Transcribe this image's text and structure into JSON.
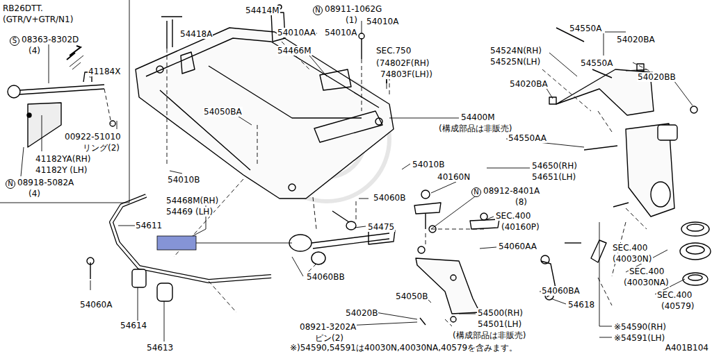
{
  "diagram": {
    "nodes": [
      {
        "text": [
          "RB26DTT. (GTR/V+GTR/N1)"
        ]
      }
    ],
    "edges": [],
    "labels": [
      "S",
      "08363-8302D",
      "(4)",
      "41184X",
      "00922-51010",
      "リング(2)",
      "41182YA(RH)",
      "41182Y (LH)",
      "N",
      "08918-5082A",
      "(4)",
      "54418A",
      "54414M",
      "N",
      "08911-1062G",
      "(1)",
      "54010AA",
      "54010A",
      "54010A",
      "54466M",
      "SEC.750",
      "(74802F(RH)",
      "74803F(LH))",
      "54524N(RH)",
      "54525N(LH)",
      "54550A",
      "54020BA",
      "54550A",
      "54020BA",
      "54020BB",
      "54050BA",
      "54400M",
      "(構成部品は非販売)",
      "54550AA",
      "54010B",
      "54010B",
      "40160N",
      "54650(RH)",
      "54651(LH)",
      "N",
      "08912-8401A",
      "(8)",
      "54060B",
      "54468M(RH)",
      "54469 (LH)",
      "54611",
      "54475",
      "SEC.400",
      "(40160P)",
      "54060AA",
      "SEC.400",
      "(40030N)",
      "SEC.400",
      "(40030NA)",
      "54060BB",
      "54060BA",
      "54060A",
      "54618",
      "SEC.400",
      "(40579)",
      "54050B",
      "54020B",
      "54500(RH)",
      "54501(LH)",
      "(構成部品は非販売)",
      "08921-3202A",
      "ピン(2)",
      "54614",
      "54613",
      "※54590(RH)",
      "※54591(LH)",
      "※)54590,54591は40030N,40030NA,40579を含みます。",
      "A401B104"
    ]
  }
}
